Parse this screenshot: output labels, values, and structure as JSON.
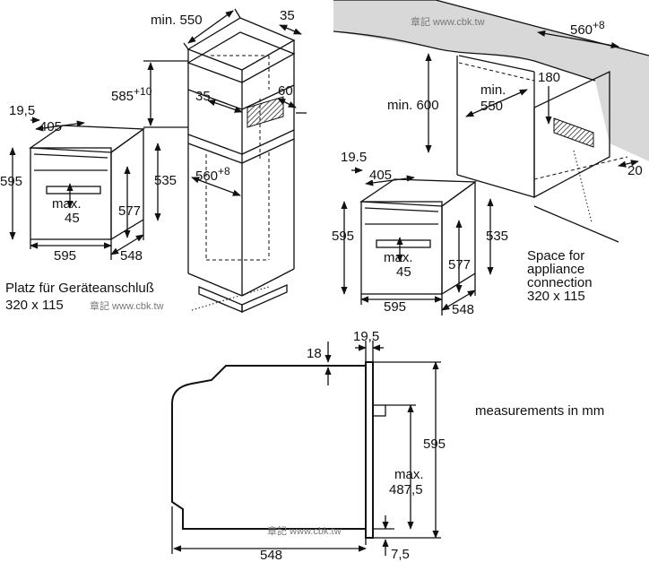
{
  "top_left": {
    "cabinet": {
      "min_depth": "min. 550",
      "top_35": "35",
      "niche_height": "585",
      "niche_height_sup": "+10",
      "gap_35": "35",
      "gap_60": "60",
      "width": "560",
      "width_sup": "+8"
    },
    "oven": {
      "trim": "19,5",
      "depth": "405",
      "height": "595",
      "max_label": "max.",
      "max_value": "45",
      "inner_height": "577",
      "side_height": "535",
      "width": "595",
      "side_depth": "548"
    },
    "note_line1": "Platz für Geräteanschluß",
    "note_line2": "320 x 115",
    "watermark": "章記 www.cbk.tw"
  },
  "top_right": {
    "watermark": "章記 www.cbk.tw",
    "width": "560",
    "width_sup": "+8",
    "min_height": "min. 600",
    "min_depth_label": "min.",
    "min_depth_value": "550",
    "gap_180": "180",
    "gap_20": "20",
    "oven": {
      "trim": "19.5",
      "depth": "405",
      "height": "595",
      "max_label": "max.",
      "max_value": "45",
      "inner_height": "577",
      "side_height": "535",
      "width": "595",
      "side_depth": "548"
    },
    "note": [
      "Space for",
      "appliance",
      "connection",
      "320 x 115"
    ]
  },
  "bottom": {
    "top_gap": "18",
    "trim": "19,5",
    "height": "595",
    "max_label": "max.",
    "max_value": "487,5",
    "depth": "548",
    "bottom_gap": "7,5",
    "watermark": "章記 www.cbk.tw"
  },
  "units_note": "measurements in mm"
}
